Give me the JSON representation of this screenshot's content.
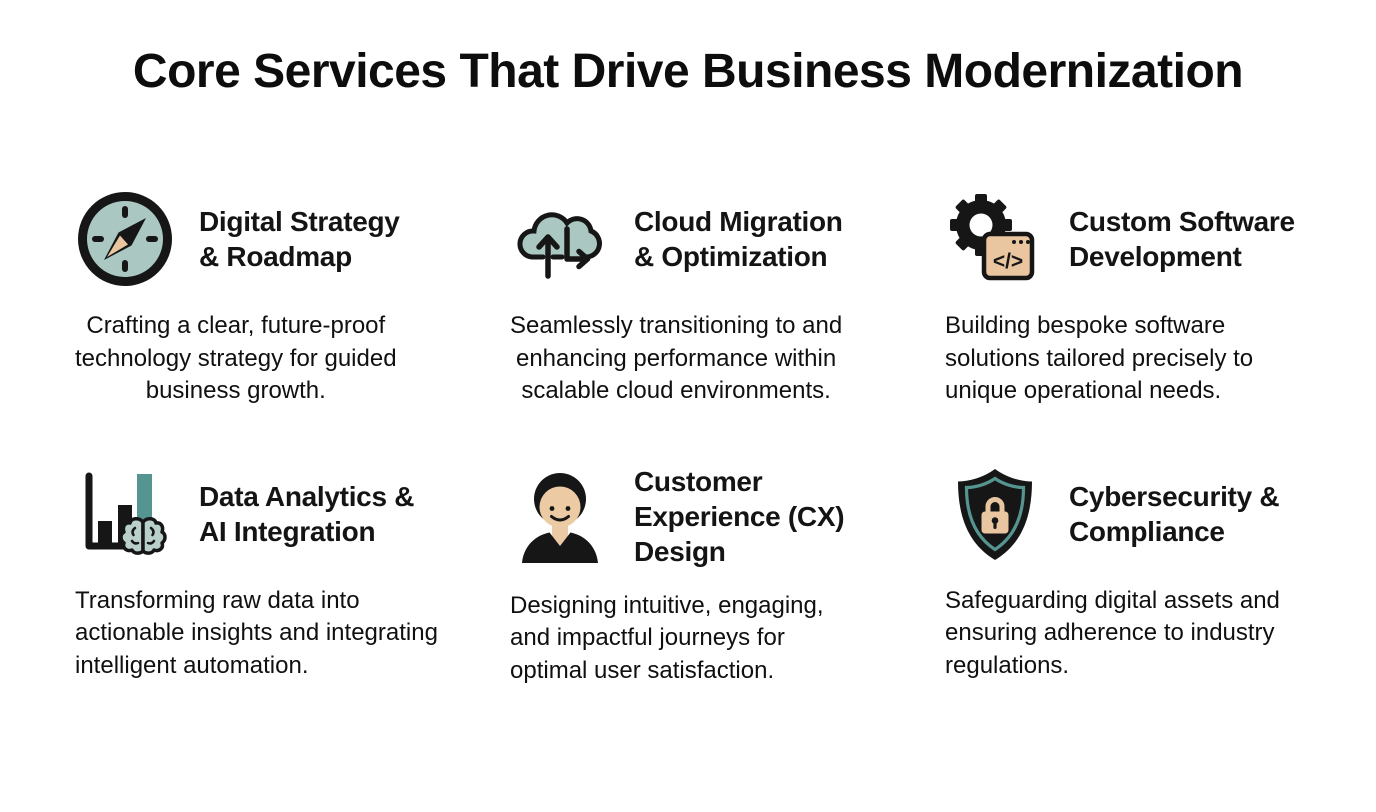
{
  "page": {
    "title": "Core Services That Drive Business Modernization"
  },
  "colors": {
    "ink": "#161616",
    "sage_light": "#aac7c1",
    "sage_brain": "#b9cfc9",
    "teal_dark": "#569490",
    "tan": "#e9c69f",
    "skin": "#eccaa4",
    "background": "#ffffff"
  },
  "services": [
    {
      "icon": "compass-icon",
      "title": "Digital Strategy\n& Roadmap",
      "description": "Crafting a clear, future-proof\ntechnology strategy for guided\nbusiness growth.",
      "align": "center"
    },
    {
      "icon": "cloud-transfer-icon",
      "title": "Cloud Migration\n& Optimization",
      "description": "Seamlessly transitioning to and\nenhancing performance within\nscalable cloud environments.",
      "align": "center"
    },
    {
      "icon": "gear-code-window-icon",
      "title": "Custom Software\nDevelopment",
      "description": "Building bespoke software\nsolutions tailored precisely to\nunique operational needs.",
      "align": "left"
    },
    {
      "icon": "bar-chart-brain-icon",
      "title": "Data Analytics &\nAI Integration",
      "description": "Transforming raw data into\nactionable insights and integrating\nintelligent automation.",
      "align": "left"
    },
    {
      "icon": "person-icon",
      "title": "Customer\nExperience (CX)\nDesign",
      "description": "Designing intuitive, engaging,\nand impactful journeys for\noptimal user satisfaction.",
      "align": "left"
    },
    {
      "icon": "shield-lock-icon",
      "title": "Cybersecurity &\nCompliance",
      "description": "Safeguarding digital assets and\nensuring adherence to industry\nregulations.",
      "align": "left"
    }
  ]
}
